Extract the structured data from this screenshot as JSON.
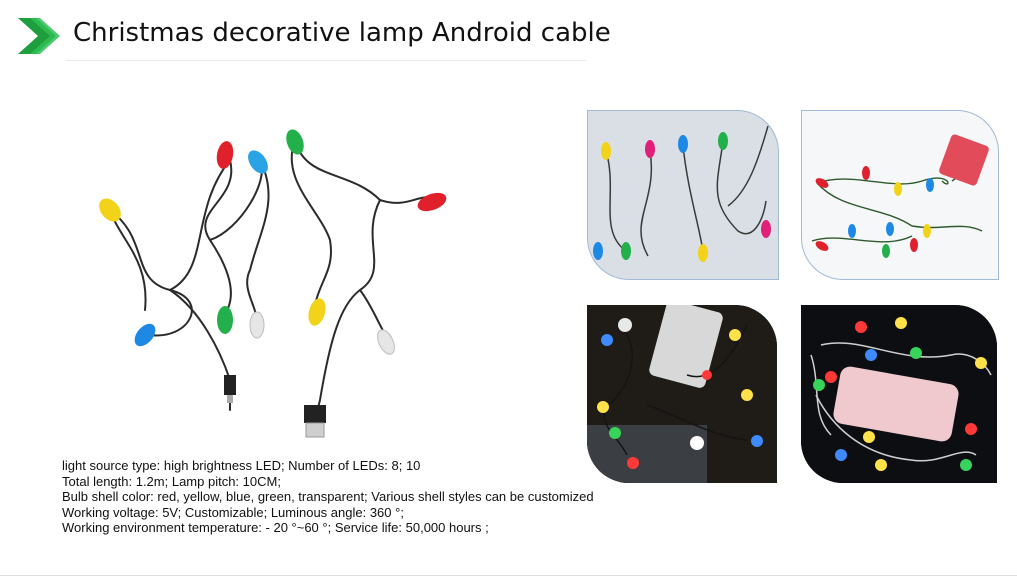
{
  "header": {
    "title": "Christmas decorative lamp Android cable",
    "accent_color": "#1f9e3d"
  },
  "specs": [
    "light source type: high brightness LED; Number of LEDs: 8; 10",
    "Total length: 1.2m; Lamp pitch: 10CM;",
    "Bulb shell color: red, yellow, blue, green, transparent; Various shell styles can be customized",
    "Working voltage: 5V; Customizable; Luminous angle: 360 °;",
    "Working environment temperature: - 20 °~60 °; Service life: 50,000 hours ;"
  ],
  "colors": {
    "red": "#e0202a",
    "yellow": "#f3d21a",
    "blue": "#1e88e5",
    "green": "#23b04a",
    "clear": "#e9e9e9"
  }
}
